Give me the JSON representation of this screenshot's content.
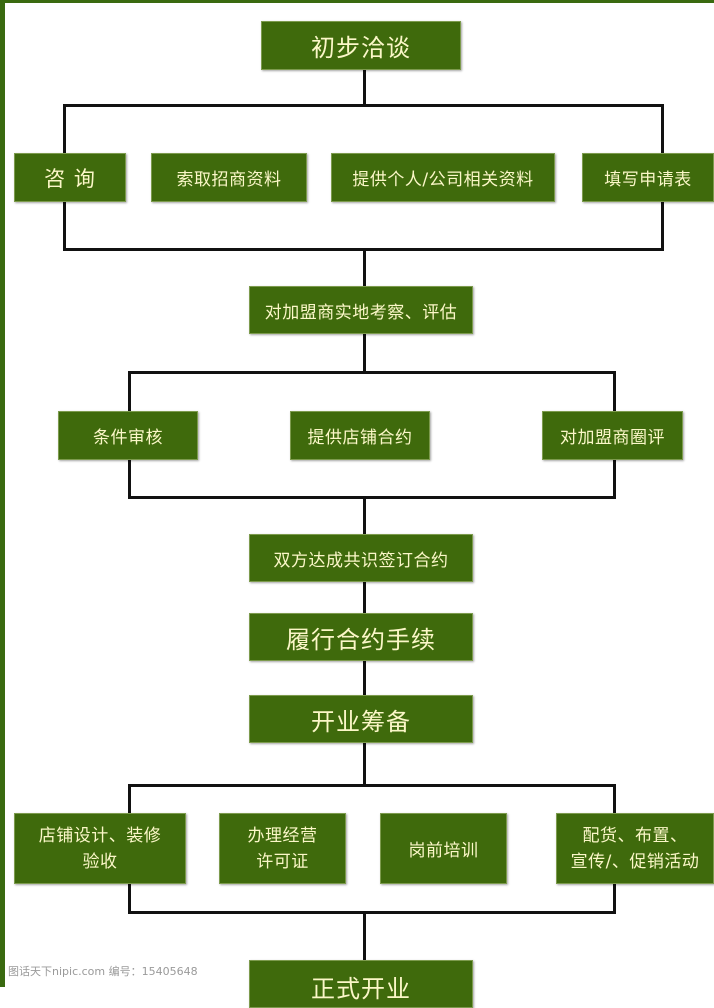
{
  "flow": {
    "step1": "初步洽谈",
    "branch1": [
      "咨 询",
      "索取招商资料",
      "提供个人/公司相关资料",
      "填写申请表"
    ],
    "step2": "对加盟商实地考察、评估",
    "branch2": [
      "条件审核",
      "提供店铺合约",
      "对加盟商圈评"
    ],
    "step3": "双方达成共识签订合约",
    "step4": "履行合约手续",
    "step5": "开业筹备",
    "branch3": [
      "店铺设计、装修\n验收",
      "办理经营\n许可证",
      "岗前培训",
      "配货、布置、\n宣传/、促销活动"
    ],
    "step6": "正式开业"
  },
  "watermark": "图话天下nipic.com   编号：15405648",
  "colors": {
    "box": "#3f6a0c",
    "box_text": "#fbf7c8",
    "line": "#111111",
    "frame": "#3a6a10"
  }
}
